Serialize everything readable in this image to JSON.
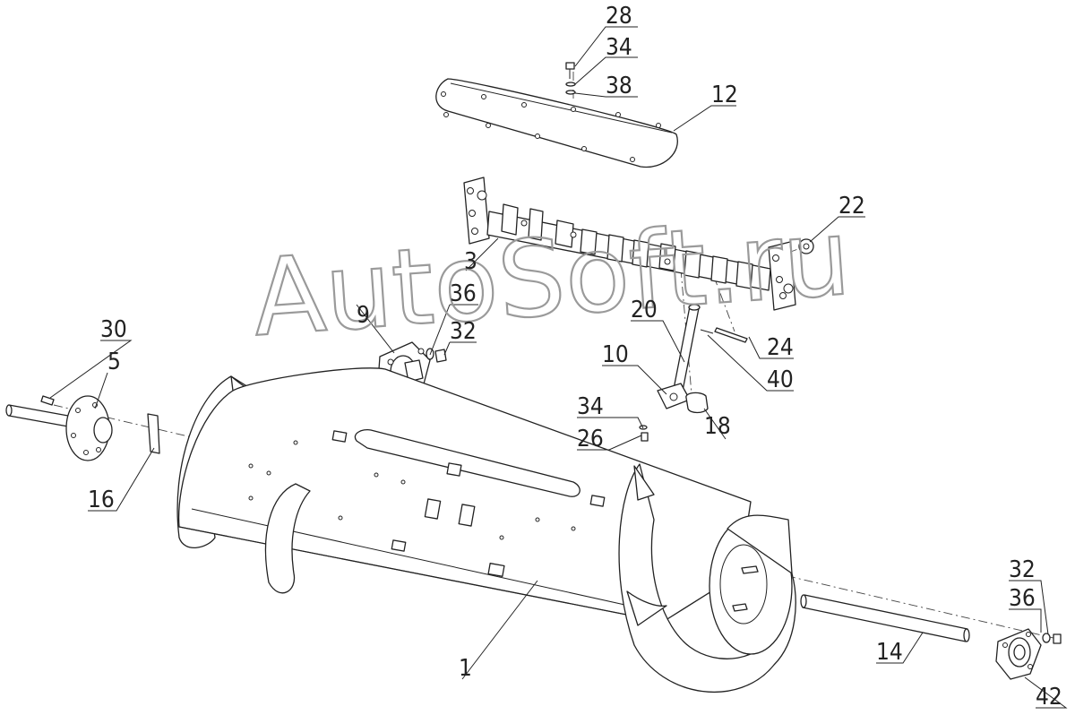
{
  "watermark": "AutoSoft.ru",
  "callouts": [
    {
      "id": "c28",
      "label": "28"
    },
    {
      "id": "c34a",
      "label": "34"
    },
    {
      "id": "c38",
      "label": "38"
    },
    {
      "id": "c12",
      "label": "12"
    },
    {
      "id": "c22",
      "label": "22"
    },
    {
      "id": "c3",
      "label": "3"
    },
    {
      "id": "c36a",
      "label": "36"
    },
    {
      "id": "c9",
      "label": "9"
    },
    {
      "id": "c32a",
      "label": "32"
    },
    {
      "id": "c20",
      "label": "20"
    },
    {
      "id": "c24",
      "label": "24"
    },
    {
      "id": "c40",
      "label": "40"
    },
    {
      "id": "c10",
      "label": "10"
    },
    {
      "id": "c18",
      "label": "18"
    },
    {
      "id": "c34b",
      "label": "34"
    },
    {
      "id": "c26",
      "label": "26"
    },
    {
      "id": "c30",
      "label": "30"
    },
    {
      "id": "c5",
      "label": "5"
    },
    {
      "id": "c16",
      "label": "16"
    },
    {
      "id": "c1",
      "label": "1"
    },
    {
      "id": "c14",
      "label": "14"
    },
    {
      "id": "c32b",
      "label": "32"
    },
    {
      "id": "c36b",
      "label": "36"
    },
    {
      "id": "c42",
      "label": "42"
    }
  ]
}
